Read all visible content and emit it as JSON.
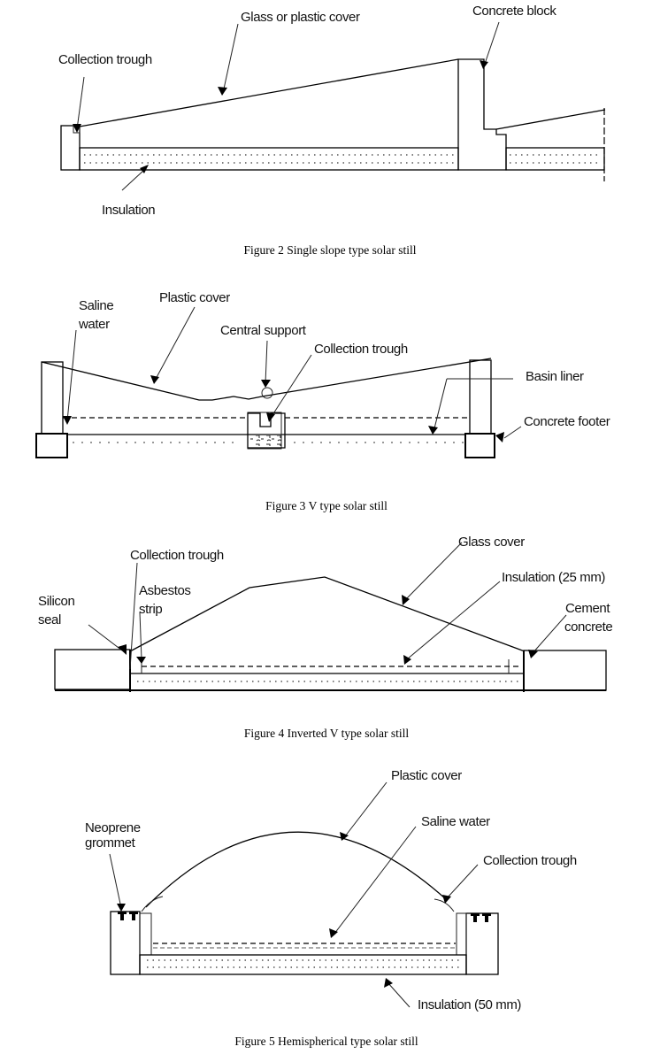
{
  "figures": [
    {
      "caption": "Figure 2 Single slope type solar still",
      "labels": {
        "cover": "Glass or plastic cover",
        "block": "Concrete block",
        "trough": "Collection trough",
        "insulation": "Insulation"
      }
    },
    {
      "caption": "Figure 3 V type solar still",
      "labels": {
        "saline1": "Saline",
        "saline2": "water",
        "cover": "Plastic cover",
        "support": "Central support",
        "trough": "Collection trough",
        "liner": "Basin liner",
        "footer": "Concrete footer"
      }
    },
    {
      "caption": "Figure 4 Inverted V type solar still",
      "labels": {
        "trough": "Collection trough",
        "glass": "Glass cover",
        "insulation": "Insulation  (25 mm)",
        "silicon1": "Silicon",
        "silicon2": "seal",
        "asbestos1": "Asbestos",
        "asbestos2": "strip",
        "cement1": "Cement",
        "cement2": "concrete"
      }
    },
    {
      "caption": "Figure 5 Hemispherical type solar still",
      "labels": {
        "cover": "Plastic cover",
        "neoprene1": "Neoprene",
        "neoprene2": "grommet",
        "saline": "Saline water",
        "trough": "Collection trough",
        "insulation": "Insulation  (50 mm)"
      }
    }
  ]
}
